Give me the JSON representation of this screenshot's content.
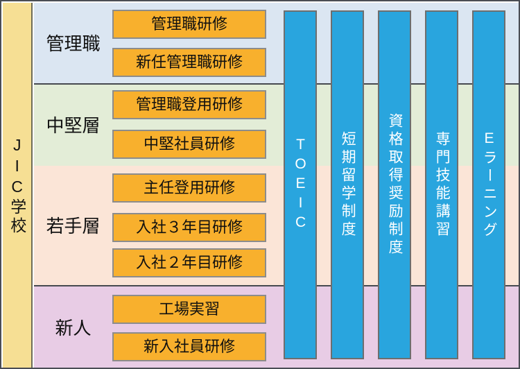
{
  "diagram": {
    "rail": {
      "label": "JIC学校",
      "bg": "#F6DF94",
      "divider_color": "#6e6d58"
    },
    "bands": [
      {
        "label": "管理職",
        "bg": "#DBE6F2",
        "boxes": [
          "管理職研修",
          "新任管理職研修"
        ]
      },
      {
        "label": "中堅層",
        "bg": "#E3EDD7",
        "boxes": [
          "管理職登用研修",
          "中堅社員研修"
        ]
      },
      {
        "label": "若手層",
        "bg": "#FBE5D7",
        "boxes": [
          "主任登用研修",
          "入社３年目研修",
          "入社２年目研修"
        ]
      },
      {
        "label": "新人",
        "bg": "#E8CCE5",
        "boxes": [
          "工場実習",
          "新入社員研修"
        ]
      }
    ],
    "pillars": [
      "TOEIC",
      "短期留学制度",
      "資格取得奨励制度",
      "専門技能講習",
      "Eラーニング"
    ],
    "colors": {
      "box_fill": "#F8B02D",
      "box_border": "#8C8C8C",
      "pillar_fill": "#29A5DE",
      "pillar_border": "#6E6E6E",
      "separator": "#46494F",
      "outer_border": "#4A4D54"
    }
  }
}
